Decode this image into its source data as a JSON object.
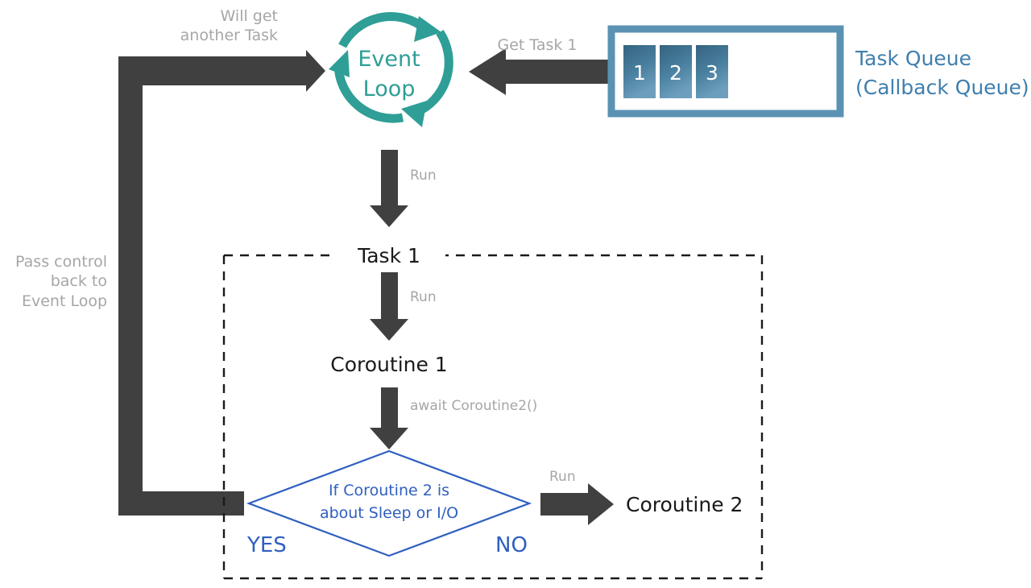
{
  "diagram": {
    "title": "Python asyncio Event Loop flow",
    "colors": {
      "teal": "#2f9e96",
      "arrow_gray": "#404040",
      "label_gray": "#a6a6a6",
      "blue": "#2f5fbf",
      "steel_blue": "#3f7fae",
      "queue_border": "#5b92b4",
      "task_block_dark": "#3f6f92",
      "task_block_light": "#6fa0bf",
      "dashed_border": "#1a1a1a",
      "text_black": "#1a1a1a",
      "background": "#ffffff"
    },
    "event_loop": {
      "label_line1": "Event",
      "label_line2": "Loop"
    },
    "task_queue": {
      "title_line1": "Task Queue",
      "title_line2": "(Callback Queue)",
      "items": [
        "1",
        "2",
        "3"
      ]
    },
    "edges": {
      "will_get_another_task": "Will get\nanother Task",
      "get_task_1": "Get Task 1",
      "run_to_task": "Run",
      "run_to_coroutine1": "Run",
      "await_coroutine2": "await Coroutine2()",
      "run_to_coroutine2": "Run",
      "pass_control_back": "Pass control\nback to\nEvent Loop"
    },
    "task_box": {
      "title": "Task 1",
      "coroutine1": "Coroutine 1",
      "decision": {
        "line1": "If Coroutine 2 is",
        "line2": "about Sleep or I/O",
        "yes_label": "YES",
        "no_label": "NO"
      },
      "coroutine2": "Coroutine 2"
    }
  }
}
